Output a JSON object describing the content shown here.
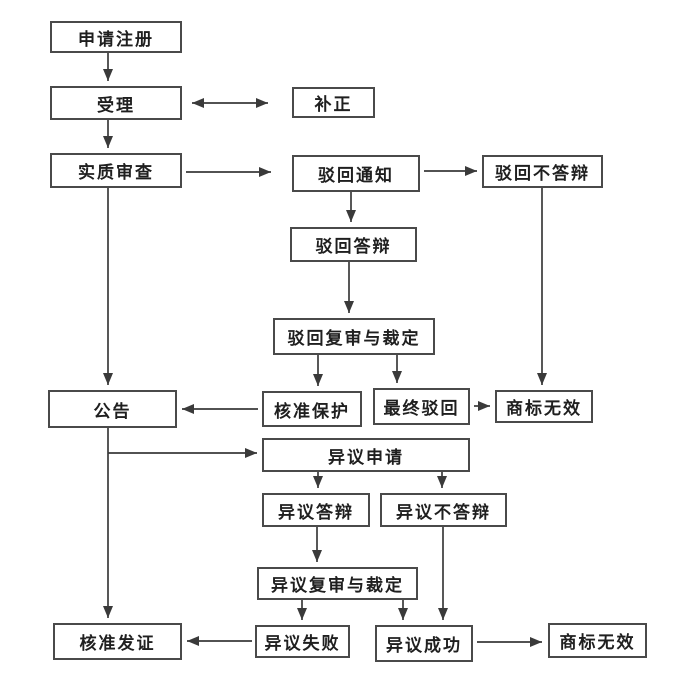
{
  "diagram": {
    "type": "flowchart",
    "colors": {
      "background": "#ffffff",
      "box_fill": "#ffffff",
      "box_border": "#4a4a4a",
      "line": "#3a3a3a",
      "text": "#1f1f1f"
    },
    "nodes": [
      {
        "id": "apply-registration",
        "label": "申请注册"
      },
      {
        "id": "acceptance",
        "label": "受理"
      },
      {
        "id": "correction",
        "label": "补正"
      },
      {
        "id": "substantive-examination",
        "label": "实质审查"
      },
      {
        "id": "rejection-notice",
        "label": "驳回通知"
      },
      {
        "id": "rejection-no-defense",
        "label": "驳回不答辩"
      },
      {
        "id": "rejection-defense",
        "label": "驳回答辩"
      },
      {
        "id": "rejection-review-ruling",
        "label": "驳回复审与裁定"
      },
      {
        "id": "announcement",
        "label": "公告"
      },
      {
        "id": "approved-protection",
        "label": "核准保护"
      },
      {
        "id": "final-rejection",
        "label": "最终驳回"
      },
      {
        "id": "trademark-invalid-top",
        "label": "商标无效"
      },
      {
        "id": "opposition-application",
        "label": "异议申请"
      },
      {
        "id": "opposition-defense",
        "label": "异议答辩"
      },
      {
        "id": "opposition-no-defense",
        "label": "异议不答辩"
      },
      {
        "id": "opposition-review-ruling",
        "label": "异议复审与裁定"
      },
      {
        "id": "approval-certificate",
        "label": "核准发证"
      },
      {
        "id": "opposition-failed",
        "label": "异议失败"
      },
      {
        "id": "opposition-success",
        "label": "异议成功"
      },
      {
        "id": "trademark-invalid-bottom",
        "label": "商标无效"
      }
    ],
    "edges": [
      {
        "from": "apply-registration",
        "to": "acceptance",
        "type": "arrow"
      },
      {
        "from": "acceptance",
        "to": "correction",
        "type": "double-arrow"
      },
      {
        "from": "acceptance",
        "to": "substantive-examination",
        "type": "arrow"
      },
      {
        "from": "substantive-examination",
        "to": "rejection-notice",
        "type": "arrow"
      },
      {
        "from": "substantive-examination",
        "to": "announcement",
        "type": "arrow"
      },
      {
        "from": "rejection-notice",
        "to": "rejection-no-defense",
        "type": "arrow"
      },
      {
        "from": "rejection-notice",
        "to": "rejection-defense",
        "type": "arrow"
      },
      {
        "from": "rejection-defense",
        "to": "rejection-review-ruling",
        "type": "arrow"
      },
      {
        "from": "rejection-no-defense",
        "to": "trademark-invalid-top",
        "type": "arrow"
      },
      {
        "from": "rejection-review-ruling",
        "to": "approved-protection",
        "type": "arrow"
      },
      {
        "from": "rejection-review-ruling",
        "to": "final-rejection",
        "type": "arrow"
      },
      {
        "from": "approved-protection",
        "to": "announcement",
        "type": "arrow"
      },
      {
        "from": "final-rejection",
        "to": "trademark-invalid-top",
        "type": "arrow"
      },
      {
        "from": "announcement",
        "to": "opposition-application",
        "type": "arrow"
      },
      {
        "from": "announcement",
        "to": "approval-certificate",
        "type": "arrow"
      },
      {
        "from": "opposition-application",
        "to": "opposition-defense",
        "type": "arrow"
      },
      {
        "from": "opposition-application",
        "to": "opposition-no-defense",
        "type": "arrow"
      },
      {
        "from": "opposition-defense",
        "to": "opposition-review-ruling",
        "type": "arrow"
      },
      {
        "from": "opposition-no-defense",
        "to": "opposition-success",
        "type": "arrow"
      },
      {
        "from": "opposition-review-ruling",
        "to": "opposition-failed",
        "type": "arrow"
      },
      {
        "from": "opposition-review-ruling",
        "to": "opposition-success",
        "type": "arrow"
      },
      {
        "from": "opposition-failed",
        "to": "approval-certificate",
        "type": "arrow"
      },
      {
        "from": "opposition-success",
        "to": "trademark-invalid-bottom",
        "type": "arrow"
      }
    ]
  }
}
